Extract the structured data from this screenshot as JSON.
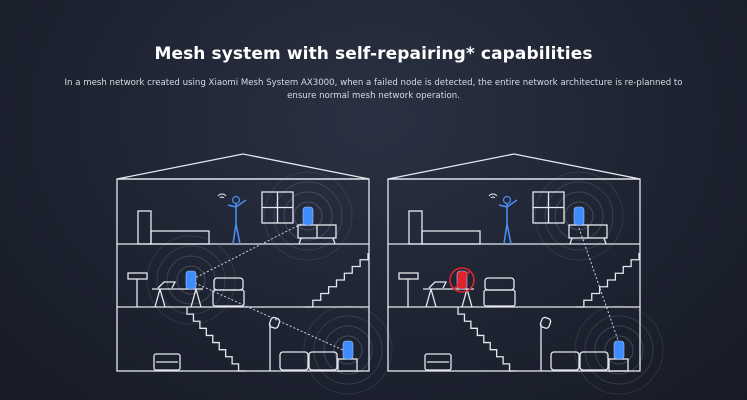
{
  "header": {
    "title": "Mesh system with self-repairing* capabilities",
    "description": "In a mesh network created using Xiaomi Mesh System AX3000, when a failed node is detected, the entire network architecture is re-planned to ensure normal mesh network operation."
  },
  "illustrations": [
    {
      "label": "normal-mesh",
      "failed_node": false
    },
    {
      "label": "self-repaired-mesh",
      "failed_node": true
    }
  ],
  "colors": {
    "line": "#e6e8ee",
    "router": "#3f8cff",
    "failed": "#e0242c",
    "person": "#4a8cf0"
  }
}
